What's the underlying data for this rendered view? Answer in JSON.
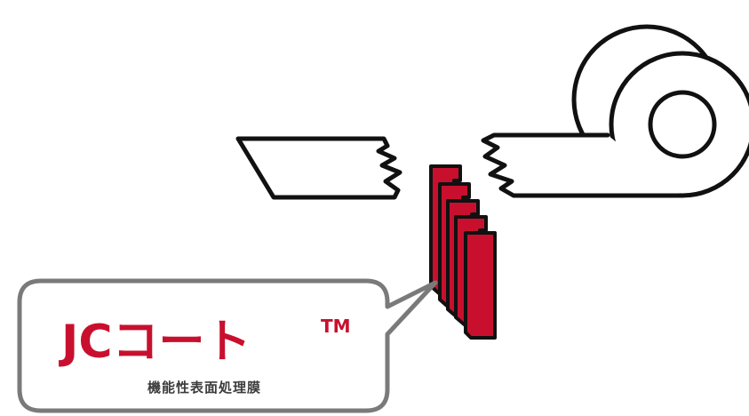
{
  "callout": {
    "brand_name": "JCコート",
    "trademark": "TM",
    "subtitle": "機能性表面処理膜"
  },
  "colors": {
    "accent": "#c8102e",
    "outline": "#111111",
    "bubble_border": "#7a7a7a"
  }
}
